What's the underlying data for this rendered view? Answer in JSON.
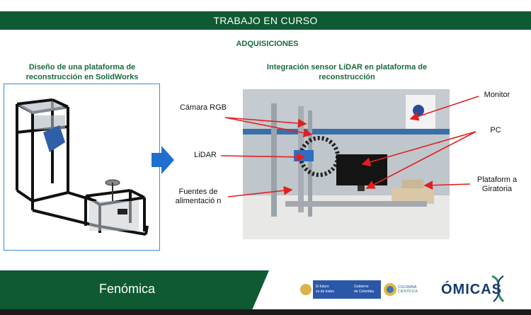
{
  "header": {
    "title": "TRABAJO EN CURSO"
  },
  "section": {
    "title": "ADQUISICIONES"
  },
  "left_panel": {
    "title": "Diseño de una plataforma de reconstrucción en SolidWorks"
  },
  "right_panel": {
    "title": "Integración sensor LiDAR en plataforma de reconstrucción",
    "labels": {
      "camera": "Cámara RGB",
      "lidar": "LiDAR",
      "power": "Fuentes de alimentació n",
      "monitor": "Monitor",
      "pc": "PC",
      "platform": "Plataform a Giratoria"
    }
  },
  "footer": {
    "title": "Fenómica",
    "gov_line1": "El futuro",
    "gov_line2": "es de todos",
    "gov_line3": "Gobierno",
    "gov_line4": "de Colombia",
    "colombia_line1": "COLOMBIA",
    "colombia_line2": "CIENTÍFICA",
    "omicas": "ÓMICAS"
  },
  "colors": {
    "header_green": "#0f5a32",
    "title_green": "#1a6a3c",
    "arrow_red": "#e02020",
    "arrow_blue": "#1f6fd1"
  }
}
